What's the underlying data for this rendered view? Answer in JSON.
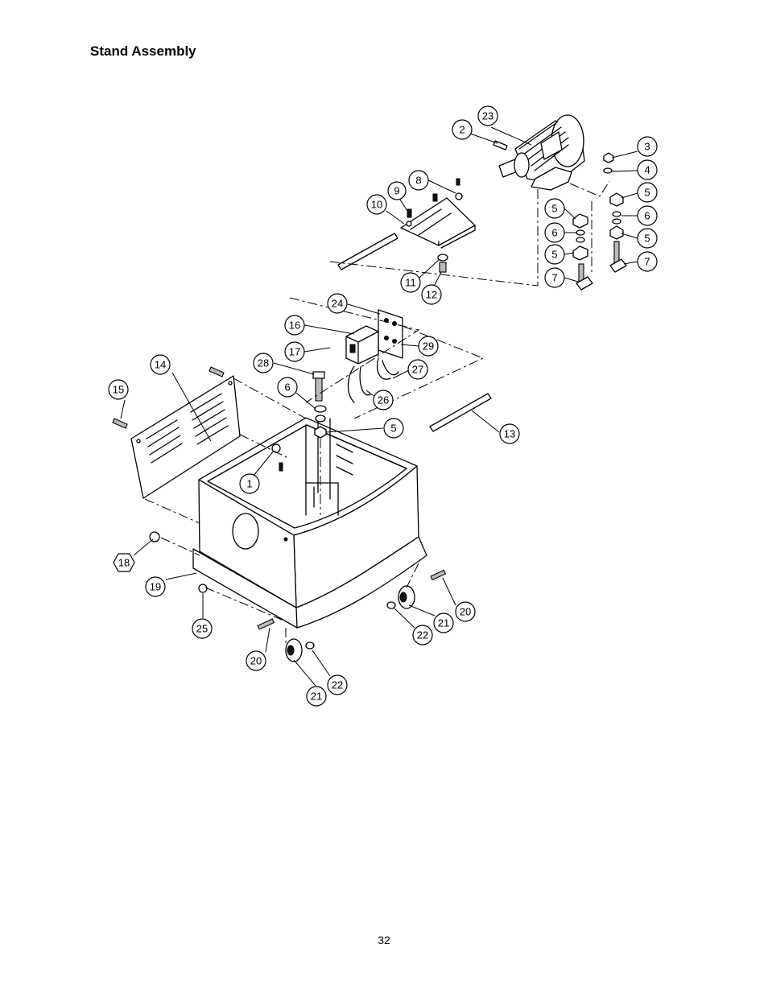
{
  "header": {
    "title": "Stand Assembly"
  },
  "footer": {
    "page_number": "32"
  },
  "callouts": [
    {
      "label": "1"
    },
    {
      "label": "2"
    },
    {
      "label": "3"
    },
    {
      "label": "4"
    },
    {
      "label": "5"
    },
    {
      "label": "5"
    },
    {
      "label": "5"
    },
    {
      "label": "5"
    },
    {
      "label": "5"
    },
    {
      "label": "6"
    },
    {
      "label": "6"
    },
    {
      "label": "6"
    },
    {
      "label": "7"
    },
    {
      "label": "7"
    },
    {
      "label": "8"
    },
    {
      "label": "9"
    },
    {
      "label": "10"
    },
    {
      "label": "11"
    },
    {
      "label": "12"
    },
    {
      "label": "13"
    },
    {
      "label": "14"
    },
    {
      "label": "15"
    },
    {
      "label": "16"
    },
    {
      "label": "17"
    },
    {
      "label": "18"
    },
    {
      "label": "19"
    },
    {
      "label": "20"
    },
    {
      "label": "20"
    },
    {
      "label": "21"
    },
    {
      "label": "21"
    },
    {
      "label": "22"
    },
    {
      "label": "22"
    },
    {
      "label": "23"
    },
    {
      "label": "24"
    },
    {
      "label": "25"
    },
    {
      "label": "26"
    },
    {
      "label": "27"
    },
    {
      "label": "28"
    },
    {
      "label": "29"
    }
  ]
}
